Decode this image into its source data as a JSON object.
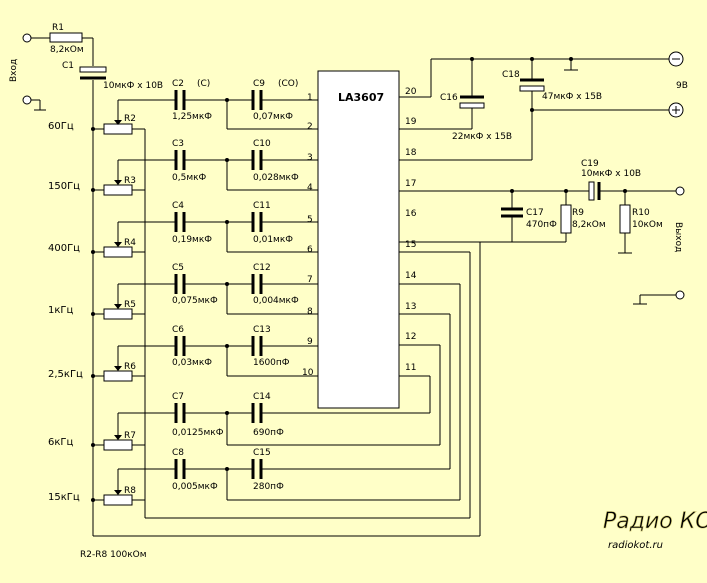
{
  "chip": {
    "name": "LA3607"
  },
  "pins": [
    "1",
    "2",
    "3",
    "4",
    "5",
    "6",
    "7",
    "8",
    "9",
    "10",
    "11",
    "12",
    "13",
    "14",
    "15",
    "16",
    "17",
    "18",
    "19",
    "20"
  ],
  "bands": [
    "60Гц",
    "150Гц",
    "400Гц",
    "1кГц",
    "2,5кГц",
    "6кГц",
    "15кГц"
  ],
  "input": {
    "label": "Вход",
    "r1_name": "R1",
    "r1_value": "8,2кОм",
    "c1_name": "C1",
    "c1_value": "10мкФ х 10В"
  },
  "pots": [
    "R2",
    "R3",
    "R4",
    "R5",
    "R6",
    "R7",
    "R8"
  ],
  "caps_left": [
    {
      "name": "C2",
      "value": "1,25мкФ",
      "tag": "(C)"
    },
    {
      "name": "C3",
      "value": "0,5мкФ"
    },
    {
      "name": "C4",
      "value": "0,19мкФ"
    },
    {
      "name": "C5",
      "value": "0,075мкФ"
    },
    {
      "name": "C6",
      "value": "0,03мкФ"
    },
    {
      "name": "C7",
      "value": "0,0125мкФ"
    },
    {
      "name": "C8",
      "value": "0,005мкФ"
    }
  ],
  "caps_right": [
    {
      "name": "C9",
      "value": "0,07мкФ",
      "tag": "(CO)"
    },
    {
      "name": "C10",
      "value": "0,028мкФ"
    },
    {
      "name": "C11",
      "value": "0,01мкФ"
    },
    {
      "name": "C12",
      "value": "0,004мкФ"
    },
    {
      "name": "C13",
      "value": "1600пФ"
    },
    {
      "name": "C14",
      "value": "690пФ"
    },
    {
      "name": "C15",
      "value": "280пФ"
    }
  ],
  "supply": {
    "voltage": "9В",
    "c16_name": "C16",
    "c16_value": "22мкФ х 15В",
    "c18_name": "C18",
    "c18_value": "47мкФ х 15В"
  },
  "output": {
    "label": "Выход",
    "c17_name": "C17",
    "c17_value": "470пФ",
    "r9_name": "R9",
    "r9_value": "8,2кОм",
    "c19_name": "C19",
    "c19_value": "10мкФ х 10В",
    "r10_name": "R10",
    "r10_value": "10кОм"
  },
  "note": "R2-R8 100кОм",
  "watermark": {
    "brand": "Радио КОТ",
    "site": "radiokot.ru"
  }
}
